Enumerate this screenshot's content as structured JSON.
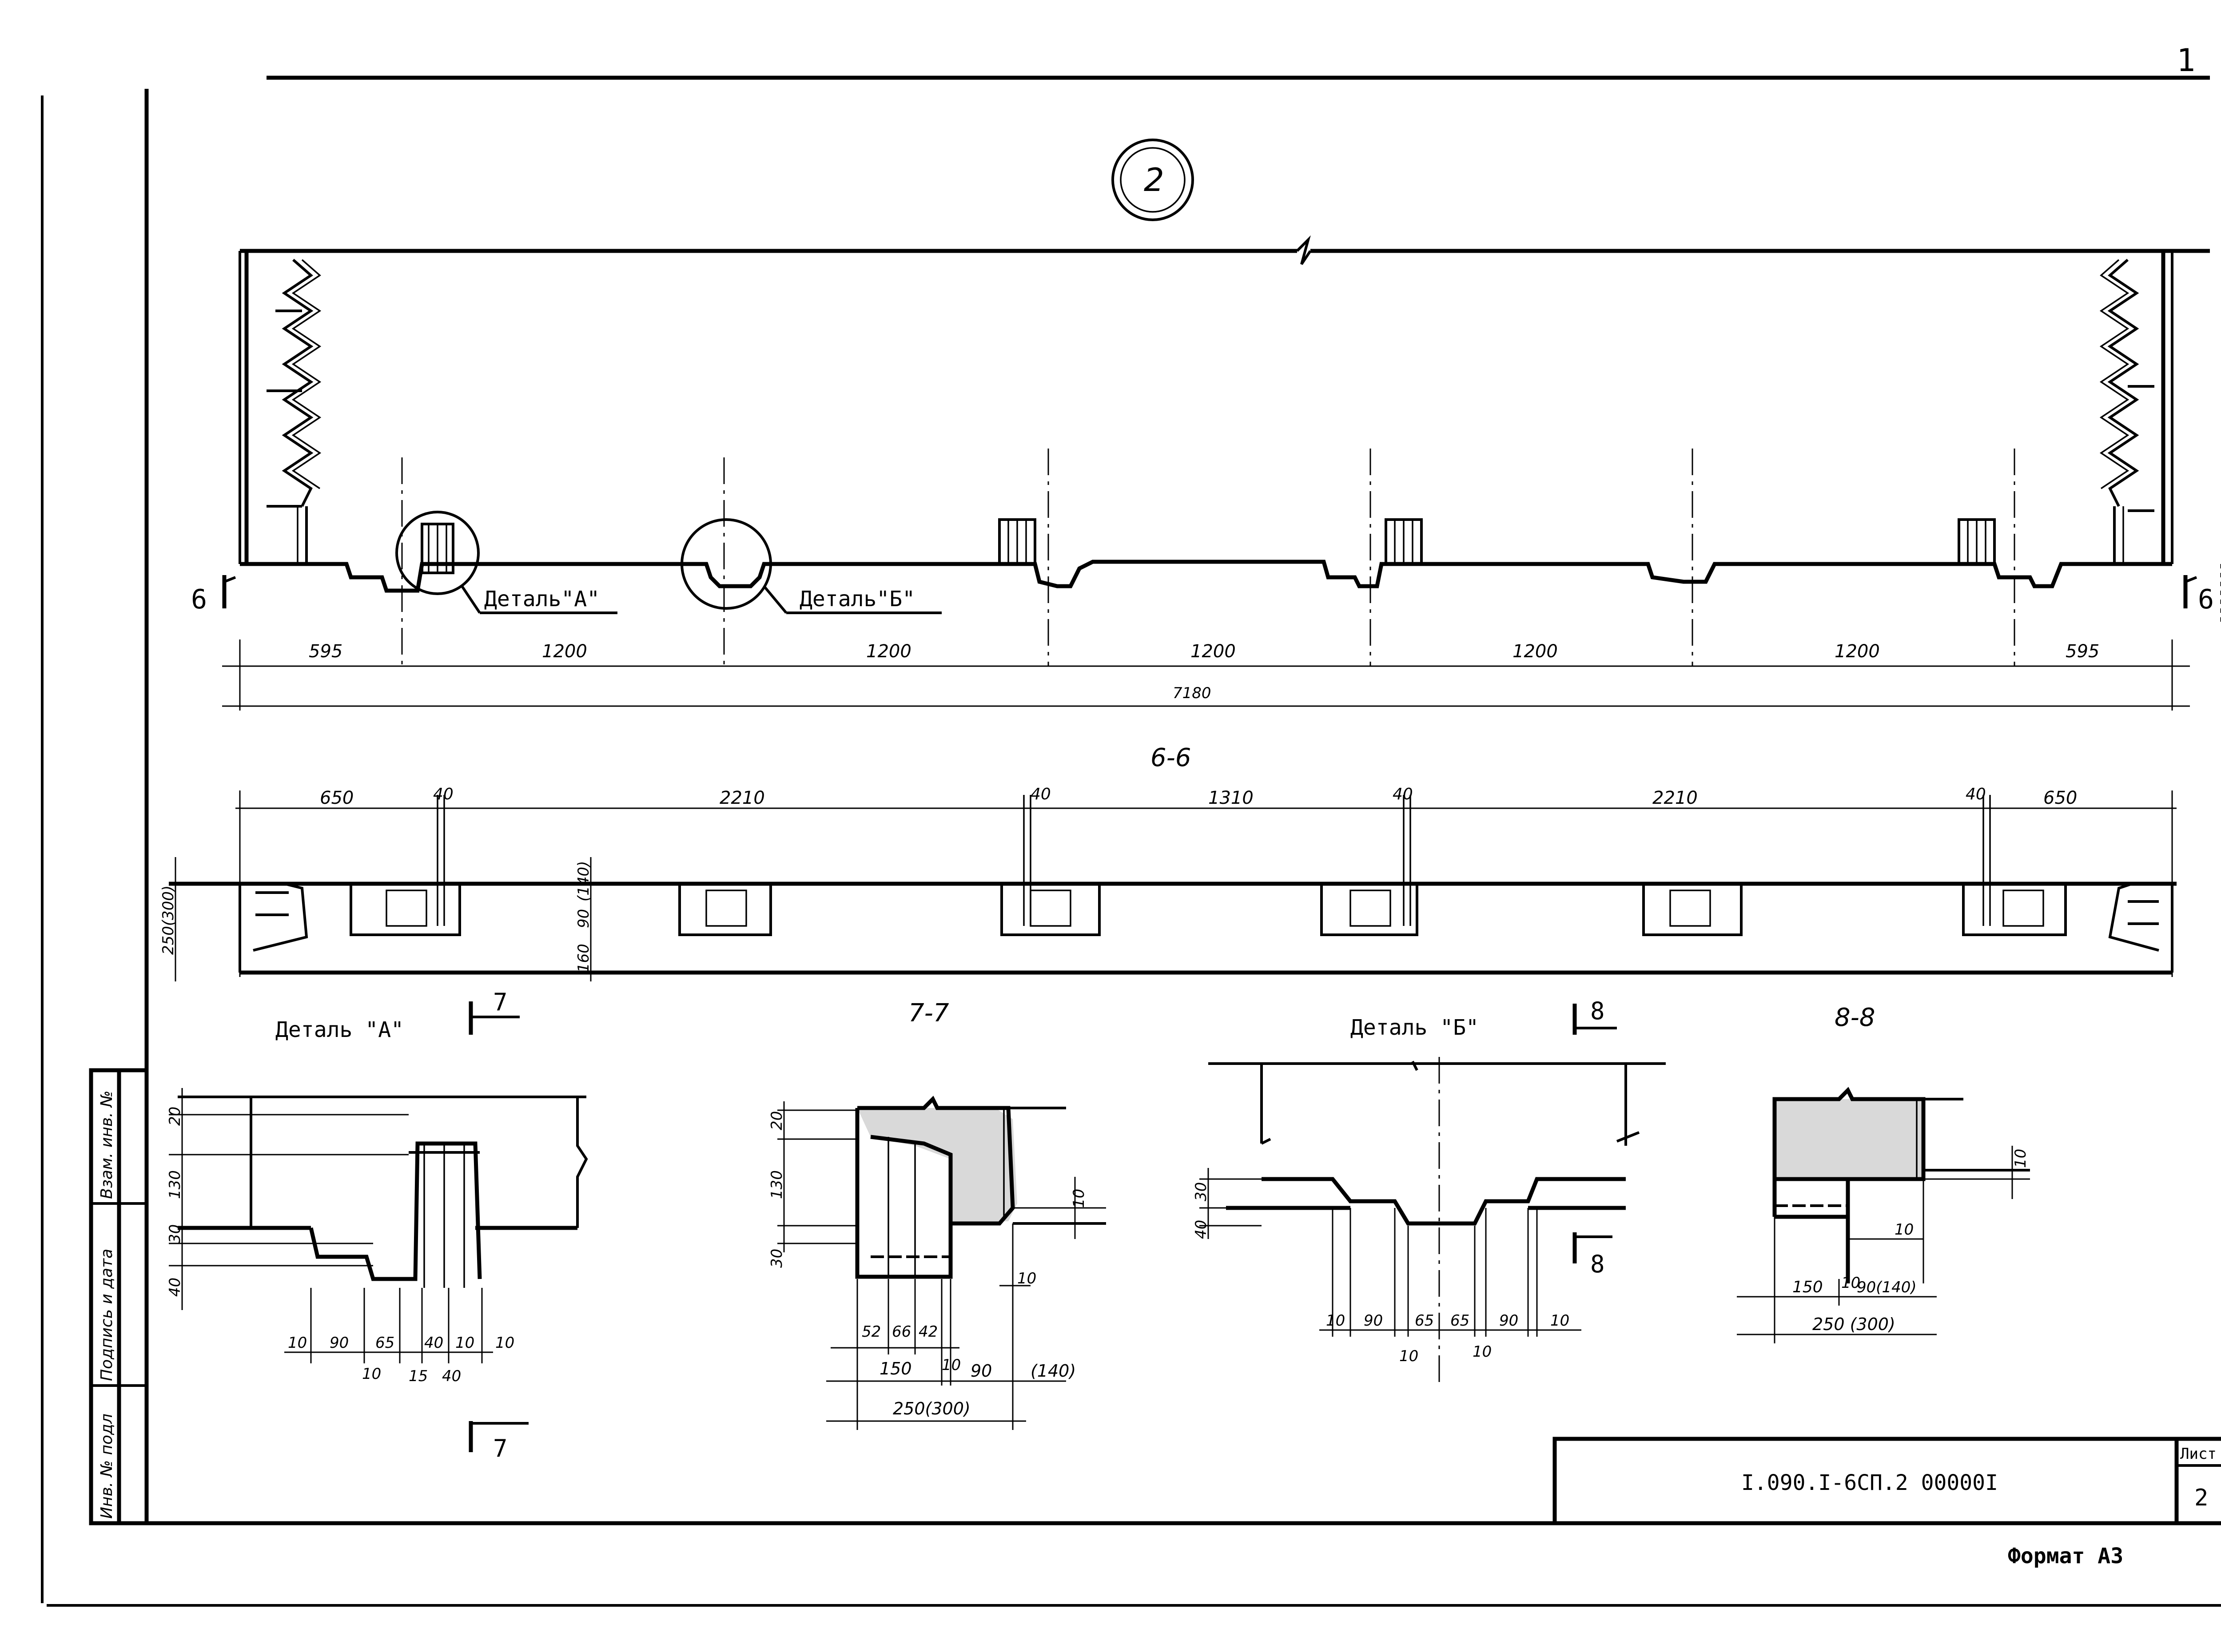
{
  "sheet": {
    "corner_mark": "1",
    "title_block": {
      "designation": "I.090.I-6СП.2  00000I",
      "sheet_label": "Лист",
      "sheet_number": "2"
    },
    "format_label": "Формат А3",
    "side_stamp": [
      "Инв. № подл",
      "Подпись и дата",
      "Взам. инв. №"
    ]
  },
  "views": {
    "plan_mark": "2",
    "plan": {
      "detail_a_label": "Деталь\"А\"",
      "detail_b_label": "Деталь\"Б\"",
      "cut_mark_left": "6",
      "cut_mark_right": "6",
      "dims": [
        "595",
        "1200",
        "1200",
        "1200",
        "1200",
        "1200",
        "595"
      ],
      "total": "7180"
    },
    "section_6_6": {
      "title": "6-6",
      "dims": [
        "650",
        "40",
        "2210",
        "40",
        "1310",
        "40",
        "2210",
        "40",
        "650"
      ],
      "vert_dims": [
        "250(300)",
        "160",
        "90",
        "(140)"
      ]
    },
    "detail_a": {
      "title": "Деталь \"А\"",
      "cut_mark": "7",
      "vert_dims": [
        "20",
        "130",
        "30",
        "40"
      ],
      "horiz_dims": [
        "10",
        "90",
        "65",
        "40",
        "10",
        "10",
        "10",
        "15",
        "40"
      ]
    },
    "section_7_7": {
      "title": "7-7",
      "vert_dims": [
        "20",
        "130",
        "30"
      ],
      "side_dims": [
        "10",
        "10"
      ],
      "horiz_dims_1": [
        "52",
        "66",
        "42"
      ],
      "horiz_dims_2": [
        "150",
        "10",
        "90",
        "(140)"
      ],
      "total": "250(300)"
    },
    "detail_b": {
      "title": "Деталь \"Б\"",
      "cut_mark": "8",
      "vert_dims": [
        "30",
        "40"
      ],
      "horiz_dims": [
        "10",
        "90",
        "65",
        "65",
        "90",
        "10"
      ],
      "sub_dims": [
        "10",
        "10"
      ]
    },
    "section_8_8": {
      "title": "8-8",
      "side_dims": [
        "10",
        "10"
      ],
      "horiz_dims": [
        "150",
        "10",
        "90(140)"
      ],
      "total": "250 (300)"
    }
  }
}
